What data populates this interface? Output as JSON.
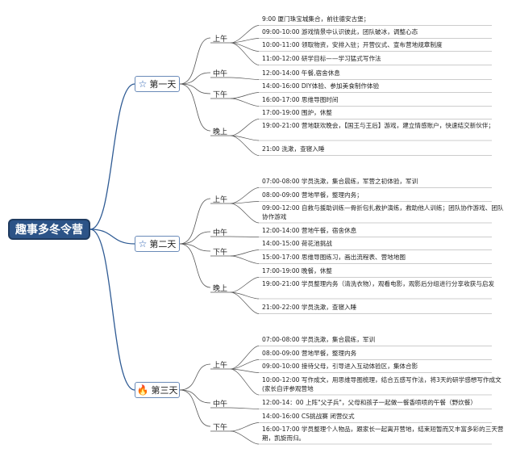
{
  "root": "趣事多冬令营",
  "days": [
    {
      "label": "第一天",
      "icon": "star-icon",
      "periods": [
        {
          "label": "上午",
          "items": [
            "9:00  厦门珠宝城集合，前往德安古堡；",
            "09:00-10:00  游戏情景中认识彼此，团队破冰，调整心态",
            "10:00-11:00  领取物资，安排入驻；开营仪式、宣布营地规章制度",
            "11:00-12:00  研学目标——学习猛式写作法"
          ]
        },
        {
          "label": "中午",
          "items": [
            "12:00-14:00  午餐,宿舍休息"
          ]
        },
        {
          "label": "下午",
          "items": [
            "14:00-16:00 DIY体验、参加美食制作体验",
            "16:00-17:00  思维导图时间"
          ]
        },
        {
          "label": "晚上",
          "items": [
            "17:00-19:00 围炉，休整",
            "19:00-21:00 营地联欢晚会，【国王与王后】游戏，建立情感账户，快速结交新伙伴；",
            "21:00  洗漱，查寝入睡"
          ]
        }
      ]
    },
    {
      "label": "第二天",
      "icon": "star-icon",
      "periods": [
        {
          "label": "上午",
          "items": [
            "07:00-08:00 学员洗漱，集合晨练，军营之初体验，军训",
            "08:00-09:00 营地早餐，整理内务；",
            "09:00-12:00 自救与援助训练—骨折包扎救护演练，救助他人训练；团队协作游戏、团队协作游戏"
          ]
        },
        {
          "label": "中午",
          "items": [
            "12:00-14:00 营地午餐，宿舍休息"
          ]
        },
        {
          "label": "下午",
          "items": [
            "14:00-15:00 荷花池挑战",
            "15:00-17:00 思维导图练习，画出流程表、营地地图"
          ]
        },
        {
          "label": "晚上",
          "items": [
            "17:00-19:00 晚餐，休整",
            "19:00-21:00 学员整理内务（清洗衣物），观看电影，观影后分组进行分享收获与启发",
            "21:00-22:00  学员洗漱，查寝入睡"
          ]
        }
      ]
    },
    {
      "label": "第三天",
      "icon": "fire-icon",
      "periods": [
        {
          "label": "上午",
          "items": [
            "07:00-08:00 学员洗漱，集合晨练，军训",
            "08:00-09:00 营地早餐，整理内务",
            "09:00-10:00 接待父母，引导进入互动体验区，集体合影",
            "10:00-12:00  写作成文，用思维导图梳理，结合五感写作法，将3天的研学感想写作成文(家长自评参观营地"
          ]
        },
        {
          "label": "中午",
          "items": [
            "12:00-14：00 上阵\"父子兵\"，父母和孩子一起做一餐香喷喷的午餐（野炊餐）"
          ]
        },
        {
          "label": "下午",
          "items": [
            "14:00-16:00  CS挑战赛  闭营仪式",
            "16:00-17:00  学员整理个人物品，跟家长一起离开营地，结束短暂而又丰富多彩的三天营期，凯旋而归。"
          ]
        }
      ]
    }
  ]
}
